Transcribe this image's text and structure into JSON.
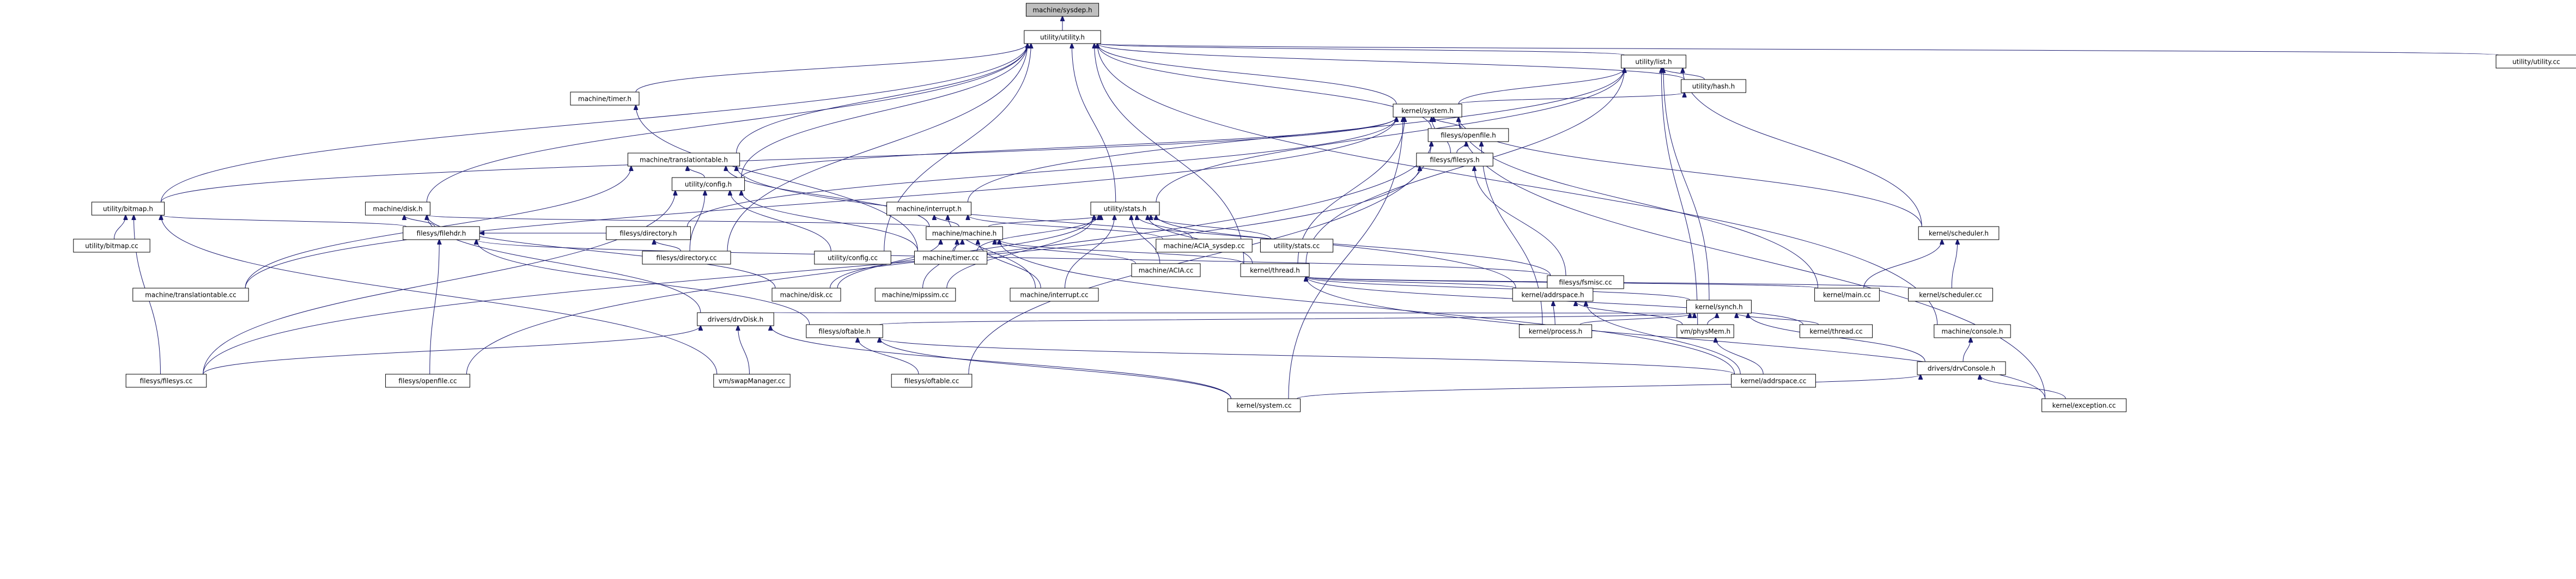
{
  "graph": {
    "title": "",
    "edge_color": "#191970",
    "root_fill": "#bfbfbf",
    "nodes": [
      {
        "id": "machine_sysdep_h",
        "label": "machine/sysdep.h",
        "root": true
      },
      {
        "id": "utility_utility_h",
        "label": "utility/utility.h"
      },
      {
        "id": "utility_list_h",
        "label": "utility/list.h"
      },
      {
        "id": "utility_utility_cc",
        "label": "utility/utility.cc"
      },
      {
        "id": "utility_hash_h",
        "label": "utility/hash.h"
      },
      {
        "id": "machine_timer_h",
        "label": "machine/timer.h"
      },
      {
        "id": "kernel_system_h",
        "label": "kernel/system.h"
      },
      {
        "id": "filesys_openfile_h",
        "label": "filesys/openfile.h"
      },
      {
        "id": "machine_translationtable_h",
        "label": "machine/translationtable.h"
      },
      {
        "id": "filesys_filesys_h",
        "label": "filesys/filesys.h"
      },
      {
        "id": "utility_config_h",
        "label": "utility/config.h"
      },
      {
        "id": "utility_bitmap_h",
        "label": "utility/bitmap.h"
      },
      {
        "id": "machine_disk_h",
        "label": "machine/disk.h"
      },
      {
        "id": "machine_interrupt_h",
        "label": "machine/interrupt.h"
      },
      {
        "id": "utility_stats_h",
        "label": "utility/stats.h"
      },
      {
        "id": "utility_stats_cc",
        "label": "utility/stats.cc"
      },
      {
        "id": "utility_bitmap_cc",
        "label": "utility/bitmap.cc"
      },
      {
        "id": "filesys_filehdr_h",
        "label": "filesys/filehdr.h"
      },
      {
        "id": "filesys_directory_h",
        "label": "filesys/directory.h"
      },
      {
        "id": "machine_machine_h",
        "label": "machine/machine.h"
      },
      {
        "id": "machine_ACIA_sysdep_cc",
        "label": "machine/ACIA_sysdep.cc"
      },
      {
        "id": "kernel_scheduler_h",
        "label": "kernel/scheduler.h"
      },
      {
        "id": "filesys_directory_cc",
        "label": "filesys/directory.cc"
      },
      {
        "id": "utility_config_cc",
        "label": "utility/config.cc"
      },
      {
        "id": "machine_timer_cc",
        "label": "machine/timer.cc"
      },
      {
        "id": "machine_ACIA_cc",
        "label": "machine/ACIA.cc"
      },
      {
        "id": "kernel_thread_h",
        "label": "kernel/thread.h"
      },
      {
        "id": "filesys_fsmisc_cc",
        "label": "filesys/fsmisc.cc"
      },
      {
        "id": "machine_translationtable_cc",
        "label": "machine/translationtable.cc"
      },
      {
        "id": "machine_disk_cc",
        "label": "machine/disk.cc"
      },
      {
        "id": "machine_mipssim_cc",
        "label": "machine/mipssim.cc"
      },
      {
        "id": "machine_interrupt_cc",
        "label": "machine/interrupt.cc"
      },
      {
        "id": "kernel_addrspace_h",
        "label": "kernel/addrspace.h"
      },
      {
        "id": "kernel_synch_h",
        "label": "kernel/synch.h"
      },
      {
        "id": "kernel_main_cc",
        "label": "kernel/main.cc"
      },
      {
        "id": "kernel_scheduler_cc",
        "label": "kernel/scheduler.cc"
      },
      {
        "id": "drivers_drvDisk_h",
        "label": "drivers/drvDisk.h"
      },
      {
        "id": "filesys_oftable_h",
        "label": "filesys/oftable.h"
      },
      {
        "id": "kernel_process_h",
        "label": "kernel/process.h"
      },
      {
        "id": "vm_physMem_h",
        "label": "vm/physMem.h"
      },
      {
        "id": "kernel_thread_cc",
        "label": "kernel/thread.cc"
      },
      {
        "id": "machine_console_h",
        "label": "machine/console.h"
      },
      {
        "id": "drivers_drvConsole_h",
        "label": "drivers/drvConsole.h"
      },
      {
        "id": "filesys_filesys_cc",
        "label": "filesys/filesys.cc"
      },
      {
        "id": "filesys_openfile_cc",
        "label": "filesys/openfile.cc"
      },
      {
        "id": "vm_swapManager_cc",
        "label": "vm/swapManager.cc"
      },
      {
        "id": "filesys_oftable_cc",
        "label": "filesys/oftable.cc"
      },
      {
        "id": "kernel_addrspace_cc",
        "label": "kernel/addrspace.cc"
      },
      {
        "id": "kernel_system_cc",
        "label": "kernel/system.cc"
      },
      {
        "id": "kernel_exception_cc",
        "label": "kernel/exception.cc"
      }
    ],
    "edges": [
      [
        1,
        0
      ],
      [
        2,
        1
      ],
      [
        3,
        1
      ],
      [
        4,
        2
      ],
      [
        4,
        1
      ],
      [
        5,
        1
      ],
      [
        6,
        2
      ],
      [
        6,
        4
      ],
      [
        6,
        1
      ],
      [
        7,
        6
      ],
      [
        7,
        1
      ],
      [
        8,
        1
      ],
      [
        9,
        7
      ],
      [
        9,
        6
      ],
      [
        10,
        8
      ],
      [
        10,
        6
      ],
      [
        10,
        1
      ],
      [
        11,
        1
      ],
      [
        11,
        6
      ],
      [
        12,
        1
      ],
      [
        13,
        2
      ],
      [
        14,
        2
      ],
      [
        14,
        1
      ],
      [
        15,
        14
      ],
      [
        16,
        11
      ],
      [
        17,
        11
      ],
      [
        17,
        12
      ],
      [
        18,
        17
      ],
      [
        18,
        6
      ],
      [
        19,
        13
      ],
      [
        19,
        14
      ],
      [
        19,
        8
      ],
      [
        19,
        12
      ],
      [
        20,
        14
      ],
      [
        20,
        13
      ],
      [
        21,
        2
      ],
      [
        21,
        6
      ],
      [
        22,
        18
      ],
      [
        22,
        10
      ],
      [
        22,
        1
      ],
      [
        23,
        10
      ],
      [
        23,
        1
      ],
      [
        24,
        5
      ],
      [
        24,
        10
      ],
      [
        24,
        19
      ],
      [
        24,
        14
      ],
      [
        25,
        19
      ],
      [
        25,
        14
      ],
      [
        26,
        2
      ],
      [
        26,
        1
      ],
      [
        26,
        14
      ],
      [
        26,
        19
      ],
      [
        26,
        6
      ],
      [
        27,
        9
      ],
      [
        27,
        17
      ],
      [
        27,
        14
      ],
      [
        28,
        8
      ],
      [
        28,
        6
      ],
      [
        29,
        12
      ],
      [
        29,
        19
      ],
      [
        29,
        14
      ],
      [
        30,
        19
      ],
      [
        30,
        14
      ],
      [
        31,
        13
      ],
      [
        31,
        19
      ],
      [
        31,
        14
      ],
      [
        32,
        8
      ],
      [
        32,
        26
      ],
      [
        33,
        26
      ],
      [
        33,
        2
      ],
      [
        34,
        26
      ],
      [
        34,
        21
      ],
      [
        34,
        6
      ],
      [
        35,
        21
      ],
      [
        35,
        26
      ],
      [
        36,
        33
      ],
      [
        36,
        12
      ],
      [
        37,
        17
      ],
      [
        37,
        33
      ],
      [
        38,
        32
      ],
      [
        38,
        33
      ],
      [
        38,
        7
      ],
      [
        39,
        32
      ],
      [
        39,
        33
      ],
      [
        39,
        2
      ],
      [
        40,
        26
      ],
      [
        40,
        33
      ],
      [
        41,
        1
      ],
      [
        42,
        41
      ],
      [
        42,
        33
      ],
      [
        43,
        9
      ],
      [
        43,
        36
      ],
      [
        43,
        11
      ],
      [
        43,
        10
      ],
      [
        44,
        7
      ],
      [
        44,
        17
      ],
      [
        45,
        36
      ],
      [
        45,
        11
      ],
      [
        46,
        37
      ],
      [
        46,
        7
      ],
      [
        47,
        32
      ],
      [
        47,
        39
      ],
      [
        47,
        37
      ],
      [
        47,
        19
      ],
      [
        48,
        6
      ],
      [
        48,
        36
      ],
      [
        48,
        42
      ],
      [
        48,
        37
      ],
      [
        49,
        6
      ],
      [
        49,
        26
      ],
      [
        49,
        42
      ]
    ]
  }
}
